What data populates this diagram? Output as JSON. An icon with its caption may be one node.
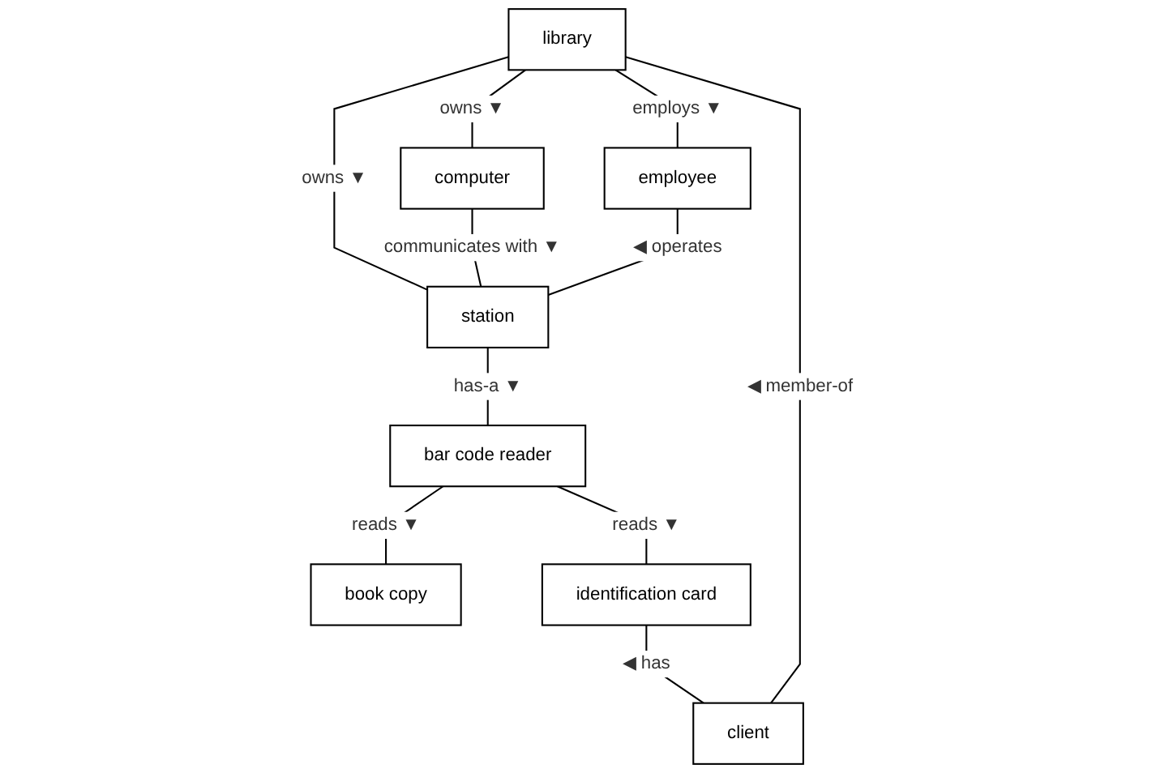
{
  "diagram": {
    "nodes": [
      {
        "text": [
          "library"
        ]
      },
      {
        "text": [
          "client"
        ]
      },
      {
        "text": [
          "computer"
        ]
      },
      {
        "text": [
          "station"
        ]
      },
      {
        "text": [
          "employee"
        ]
      },
      {
        "text": [
          "bar code reader"
        ]
      },
      {
        "text": [
          "book copy"
        ]
      },
      {
        "text": [
          "identification card"
        ]
      }
    ],
    "edges": [
      {
        "from": 1,
        "to": 0,
        "arrow": "none",
        "label": "◀ member-of"
      },
      {
        "from": 0,
        "to": 2,
        "arrow": "none",
        "label": "owns ▼"
      },
      {
        "from": 0,
        "to": 3,
        "arrow": "none",
        "label": "owns ▼"
      },
      {
        "from": 0,
        "to": 4,
        "arrow": "none",
        "label": "employs ▼"
      },
      {
        "from": 2,
        "to": 3,
        "arrow": "none",
        "label": "communicates with ▼"
      },
      {
        "from": 4,
        "to": 3,
        "arrow": "none",
        "label": "◀ operates"
      },
      {
        "from": 3,
        "to": 5,
        "arrow": "none",
        "label": "has-a ▼"
      },
      {
        "from": 5,
        "to": 6,
        "arrow": "none",
        "label": "reads ▼"
      },
      {
        "from": 5,
        "to": 7,
        "arrow": "none",
        "label": "reads ▼"
      },
      {
        "from": 7,
        "to": 1,
        "arrow": "none",
        "label": "◀ has"
      }
    ]
  }
}
